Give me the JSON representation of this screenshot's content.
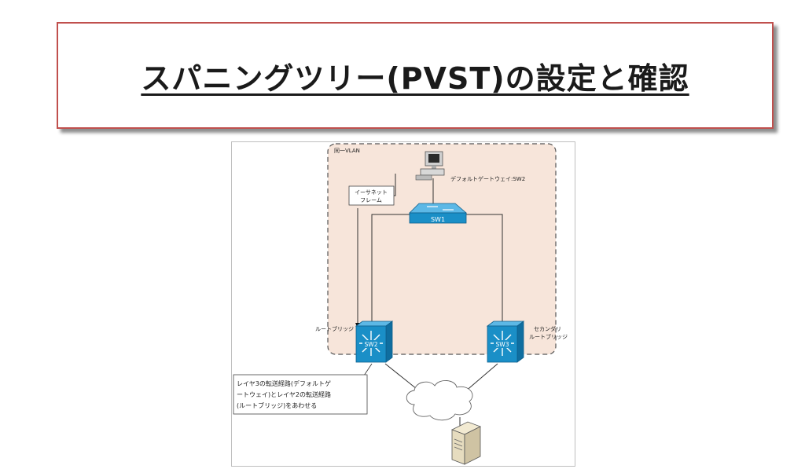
{
  "slide": {
    "title": "スパニングツリー(PVST)の設定と確認"
  },
  "diagram": {
    "vlan_label": "同一VLAN",
    "pc_label": "デフォルトゲートウェイ:SW2",
    "frame_label_line1": "イーサネット",
    "frame_label_line2": "フレーム",
    "sw1": "SW1",
    "sw2": "SW2",
    "sw3": "SW3",
    "root_bridge_label": "ルートブリッジ",
    "secondary_line1": "セカンダリ",
    "secondary_line2": "ルートブリッジ",
    "callout_line1": "レイヤ3の転送経路(デフォルトゲ",
    "callout_line2": "ートウェイ)とレイヤ2の転送経路",
    "callout_line3": "(ルートブリッジ)をあわせる"
  },
  "colors": {
    "title_border": "#c0504d",
    "vlan_fill": "#f7e5da",
    "switch_blue": "#1a8fc7"
  }
}
